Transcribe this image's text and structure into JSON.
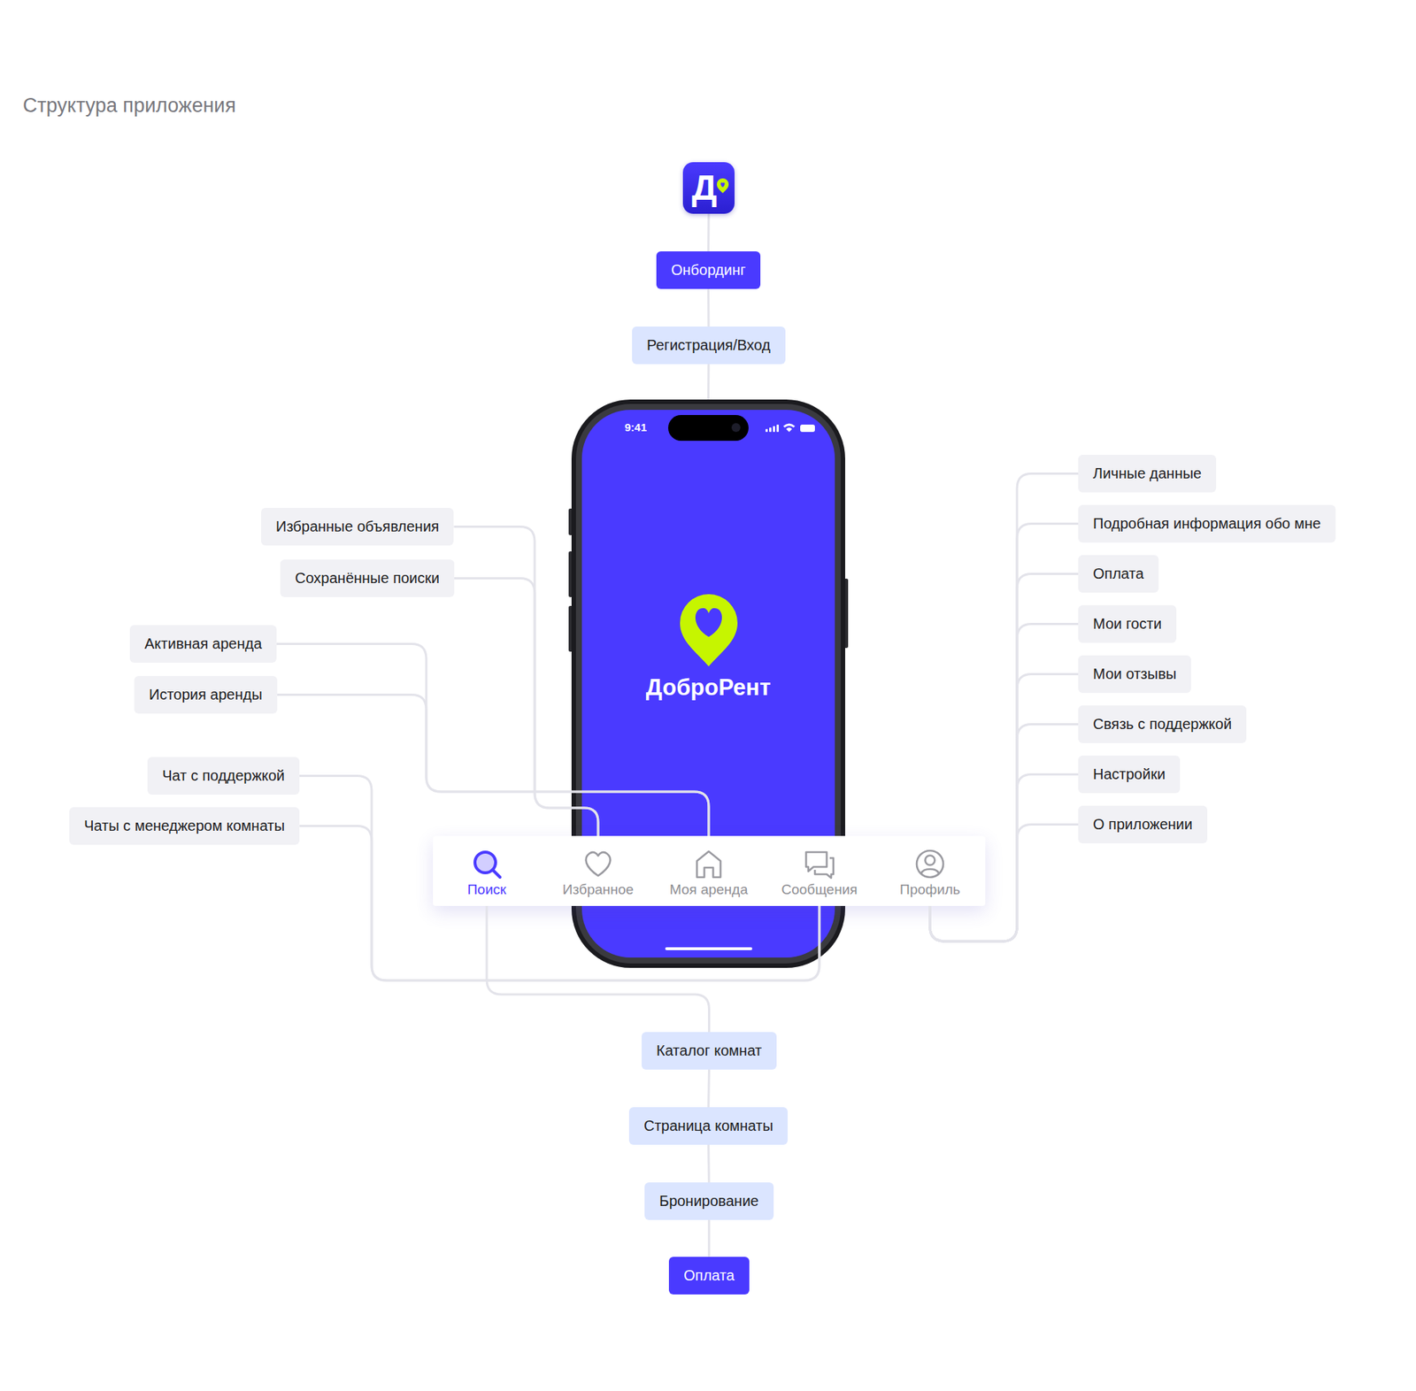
{
  "diagram": {
    "title": "Структура приложения",
    "nodes": [
      {
        "text": [
          "Д"
        ]
      },
      {
        "text": [
          "Онбординг"
        ]
      },
      {
        "text": [
          "Регистрация/Вход"
        ]
      },
      {
        "text": [
          "9:41",
          "ДоброРент"
        ]
      },
      {
        "text": [
          "Избранные объявления"
        ]
      },
      {
        "text": [
          "Сохранённые поиски"
        ]
      },
      {
        "text": [
          "Активная аренда"
        ]
      },
      {
        "text": [
          "История аренды"
        ]
      },
      {
        "text": [
          "Чат с поддержкой"
        ]
      },
      {
        "text": [
          "Чаты с менеджером комнаты"
        ]
      },
      {
        "text": [
          "Личные данные"
        ]
      },
      {
        "text": [
          "Подробная информация обо мне"
        ]
      },
      {
        "text": [
          "Оплата"
        ]
      },
      {
        "text": [
          "Мои гости"
        ]
      },
      {
        "text": [
          "Мои отзывы"
        ]
      },
      {
        "text": [
          "Связь с поддержкой"
        ]
      },
      {
        "text": [
          "Настройки"
        ]
      },
      {
        "text": [
          "О приложении"
        ]
      },
      {
        "text": [
          "Поиск"
        ]
      },
      {
        "text": [
          "Избранное"
        ]
      },
      {
        "text": [
          "Моя аренда"
        ]
      },
      {
        "text": [
          "Сообщения"
        ]
      },
      {
        "text": [
          "Профиль"
        ]
      },
      {
        "text": [
          "Каталог комнат"
        ]
      },
      {
        "text": [
          "Страница комнаты"
        ]
      },
      {
        "text": [
          "Бронирование"
        ]
      },
      {
        "text": [
          "Оплата"
        ]
      }
    ],
    "edges": [
      {
        "from": 0,
        "to": 1,
        "arrow": "none"
      },
      {
        "from": 1,
        "to": 2,
        "arrow": "none"
      },
      {
        "from": 2,
        "to": 3,
        "arrow": "none"
      },
      {
        "from": 19,
        "to": 4,
        "arrow": "none"
      },
      {
        "from": 19,
        "to": 5,
        "arrow": "none"
      },
      {
        "from": 20,
        "to": 6,
        "arrow": "none"
      },
      {
        "from": 20,
        "to": 7,
        "arrow": "none"
      },
      {
        "from": 21,
        "to": 8,
        "arrow": "none"
      },
      {
        "from": 21,
        "to": 9,
        "arrow": "none"
      },
      {
        "from": 22,
        "to": 10,
        "arrow": "none"
      },
      {
        "from": 22,
        "to": 11,
        "arrow": "none"
      },
      {
        "from": 22,
        "to": 12,
        "arrow": "none"
      },
      {
        "from": 22,
        "to": 13,
        "arrow": "none"
      },
      {
        "from": 22,
        "to": 14,
        "arrow": "none"
      },
      {
        "from": 22,
        "to": 15,
        "arrow": "none"
      },
      {
        "from": 22,
        "to": 16,
        "arrow": "none"
      },
      {
        "from": 22,
        "to": 17,
        "arrow": "none"
      },
      {
        "from": 18,
        "to": 23,
        "arrow": "none"
      },
      {
        "from": 23,
        "to": 24,
        "arrow": "none"
      },
      {
        "from": 24,
        "to": 25,
        "arrow": "none"
      },
      {
        "from": 25,
        "to": 26,
        "arrow": "none"
      }
    ]
  }
}
